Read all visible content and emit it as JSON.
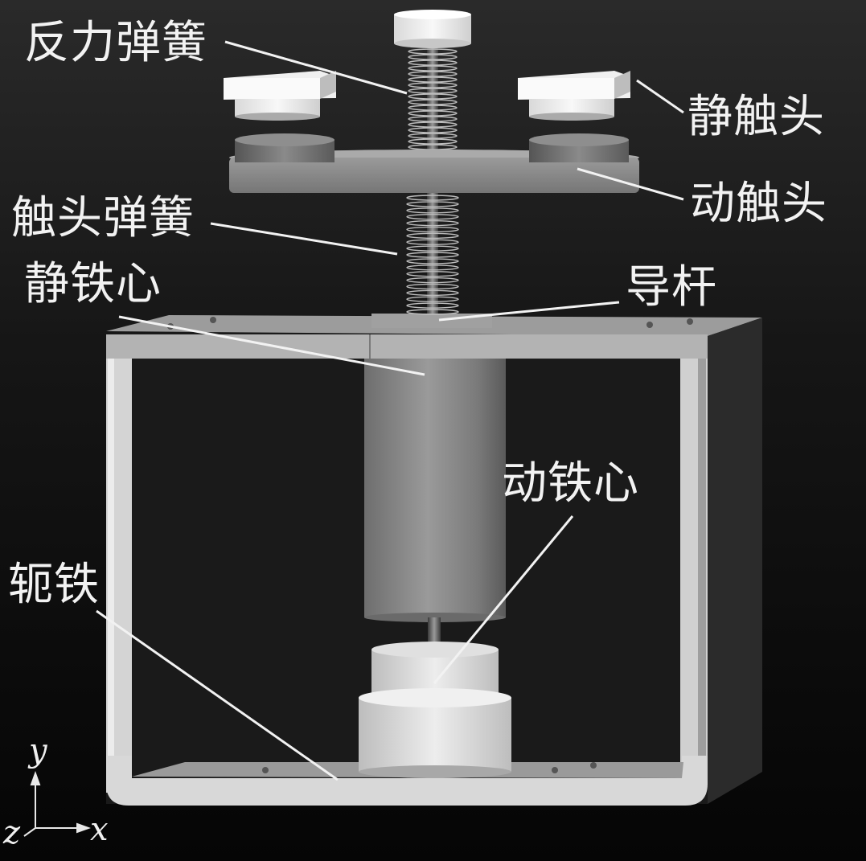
{
  "labels": {
    "reaction_spring": "反力弹簧",
    "static_contact": "静触头",
    "moving_contact": "动触头",
    "contact_spring": "触头弹簧",
    "static_core": "静铁心",
    "guide_rod": "导杆",
    "moving_core": "动铁心",
    "yoke": "轭铁"
  },
  "axes": {
    "x": "x",
    "y": "y",
    "z": "z"
  }
}
